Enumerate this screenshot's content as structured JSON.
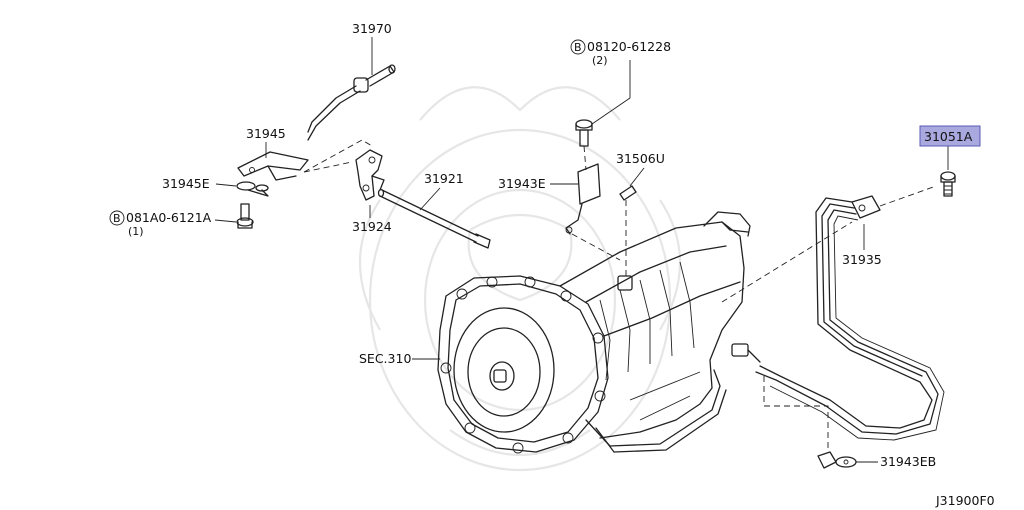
{
  "diagram_id": "J31900F0",
  "labels": {
    "p31970": "31970",
    "p31945": "31945",
    "p31945e": "31945E",
    "bolt_081a0": "081A0-6121A",
    "bolt_081a0_qty": "(1)",
    "p31924": "31924",
    "p31921": "31921",
    "bolt_08120": "08120-61228",
    "bolt_08120_qty": "(2)",
    "p31943e": "31943E",
    "p31506u": "31506U",
    "p31051a": "31051A",
    "p31935": "31935",
    "sec310": "SEC.310",
    "p31943eb": "31943EB",
    "bolt_marker": "B"
  },
  "colors": {
    "highlight_fill": "#a9a9e0",
    "highlight_border": "#5b5bb5",
    "line": "#222222",
    "watermark": "#e6e6e6"
  }
}
